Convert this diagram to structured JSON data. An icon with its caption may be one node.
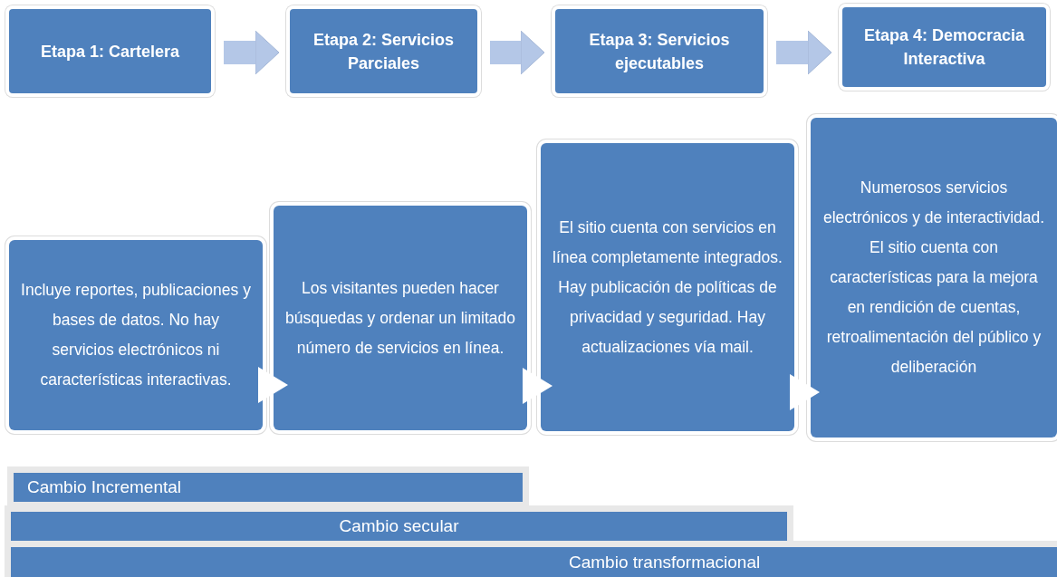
{
  "diagram": {
    "nodes": [
      {
        "text": [
          "Etapa 1: Cartelera"
        ]
      },
      {
        "text": [
          "Etapa 2: Servicios Parciales"
        ]
      },
      {
        "text": [
          "Etapa 3: Servicios ejecutables"
        ]
      },
      {
        "text": [
          "Etapa 4: Democracia Interactiva"
        ]
      },
      {
        "text": [
          "Incluye reportes, publicaciones y bases de datos. No hay servicios electrónicos ni características interactivas."
        ]
      },
      {
        "text": [
          "Los visitantes pueden hacer búsquedas y ordenar un limitado número de servicios en línea."
        ]
      },
      {
        "text": [
          "El sitio cuenta con servicios en línea completamente integrados. Hay publicación de políticas de privacidad y seguridad. Hay actualizaciones vía mail."
        ]
      },
      {
        "text": [
          "Numerosos servicios electrónicos y de interactividad. El sitio cuenta con características para la mejora en rendición de cuentas, retroalimentación del público y deliberación"
        ]
      },
      {
        "text": [
          "Cambio Incremental"
        ]
      },
      {
        "text": [
          "Cambio secular"
        ]
      },
      {
        "text": [
          "Cambio transformacional"
        ]
      }
    ],
    "edges": [
      {
        "from": 0,
        "to": 1,
        "arrow": "to",
        "style": "thick",
        "color": "#b4c7e7"
      },
      {
        "from": 1,
        "to": 2,
        "arrow": "to",
        "style": "thick",
        "color": "#b4c7e7"
      },
      {
        "from": 2,
        "to": 3,
        "arrow": "to",
        "style": "thick",
        "color": "#b4c7e7"
      },
      {
        "from": 4,
        "to": 5,
        "arrow": "to",
        "color": "#ffffff"
      },
      {
        "from": 5,
        "to": 6,
        "arrow": "to",
        "color": "#ffffff"
      },
      {
        "from": 6,
        "to": 7,
        "arrow": "to",
        "color": "#ffffff"
      }
    ]
  }
}
